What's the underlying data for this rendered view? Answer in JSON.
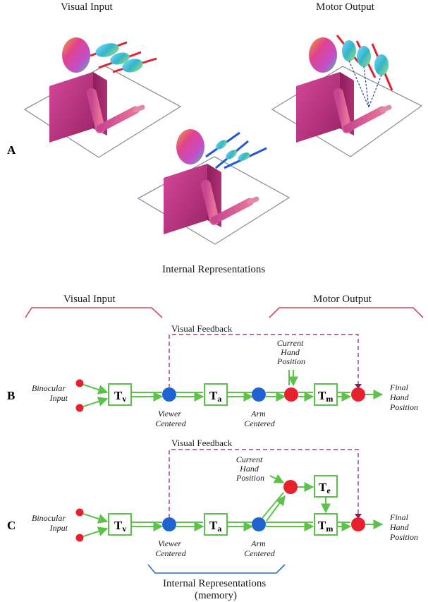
{
  "panel_labels": {
    "a": "A",
    "b": "B",
    "c": "C"
  },
  "panel_a": {
    "visual_input": "Visual Input",
    "motor_output": "Motor Output",
    "internal_representations": "Internal Representations"
  },
  "panel_b": {
    "visual_input": "Visual Input",
    "motor_output": "Motor Output",
    "visual_feedback": "Visual Feedback",
    "binocular_input": [
      "Binocular",
      "Input"
    ],
    "viewer_centered": [
      "Viewer",
      "Centered"
    ],
    "arm_centered": [
      "Arm",
      "Centered"
    ],
    "current_hand_position": [
      "Current",
      "Hand",
      "Position"
    ],
    "final_hand_position": [
      "Final",
      "Hand",
      "Position"
    ],
    "transforms": {
      "v": {
        "main": "T",
        "sub": "v"
      },
      "a": {
        "main": "T",
        "sub": "a"
      },
      "m": {
        "main": "T",
        "sub": "m"
      }
    }
  },
  "panel_c": {
    "visual_feedback": "Visual Feedback",
    "binocular_input": [
      "Binocular",
      "Input"
    ],
    "viewer_centered": [
      "Viewer",
      "Centered"
    ],
    "arm_centered": [
      "Arm",
      "Centered"
    ],
    "current_hand_position": [
      "Current",
      "Hand",
      "Position"
    ],
    "final_hand_position": [
      "Final",
      "Hand",
      "Position"
    ],
    "internal_representations": [
      "Internal Representations",
      "(memory)"
    ],
    "transforms": {
      "v": {
        "main": "T",
        "sub": "v"
      },
      "a": {
        "main": "T",
        "sub": "a"
      },
      "e": {
        "main": "T",
        "sub": "e"
      },
      "m": {
        "main": "T",
        "sub": "m"
      }
    }
  },
  "colors": {
    "arrow_green": "#5cc24a",
    "node_red": "#e8202e",
    "node_blue": "#1f63d2",
    "feedback_purple": "#9b3b8a",
    "bracket_red": "#d6455a",
    "bracket_blue": "#2b6cc4",
    "figure_magenta": "#c2327d"
  }
}
